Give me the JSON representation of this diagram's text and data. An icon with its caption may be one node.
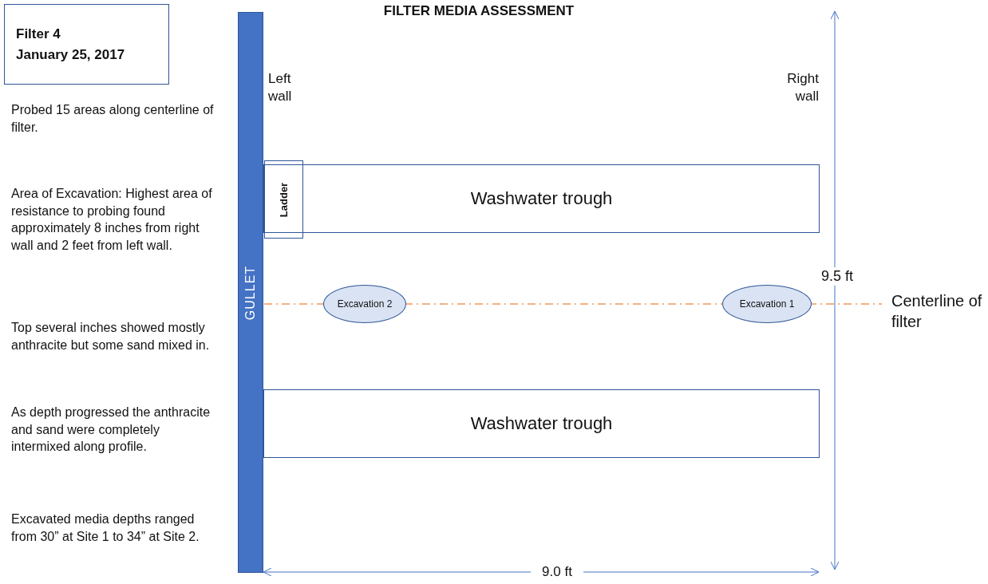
{
  "diagram": {
    "title": "FILTER MEDIA ASSESSMENT",
    "nodes": [
      {
        "text": [
          "Filter 4",
          "January 25, 2017"
        ]
      },
      {
        "text": [
          "GULLET"
        ]
      },
      {
        "text": [
          "Washwater trough"
        ]
      },
      {
        "text": [
          "Ladder"
        ]
      },
      {
        "text": [
          "Excavation 2"
        ]
      },
      {
        "text": [
          "Excavation 1"
        ]
      },
      {
        "text": [
          "Washwater trough"
        ]
      }
    ],
    "edges": [],
    "labels": [
      "Probed 15 areas along centerline of filter.",
      "Area of Excavation: Highest area of resistance to probing found approximately 8 inches from right wall and 2 feet from left wall.",
      "Top several inches showed mostly anthracite but some sand mixed in.",
      "As depth progressed the anthracite and sand were completely intermixed along profile.",
      "Excavated media depths ranged from 30” at Site 1 to 34” at Site 2.",
      "Left wall",
      "Right wall",
      "9.5 ft",
      "Centerline of filter",
      "9.0 ft"
    ]
  }
}
